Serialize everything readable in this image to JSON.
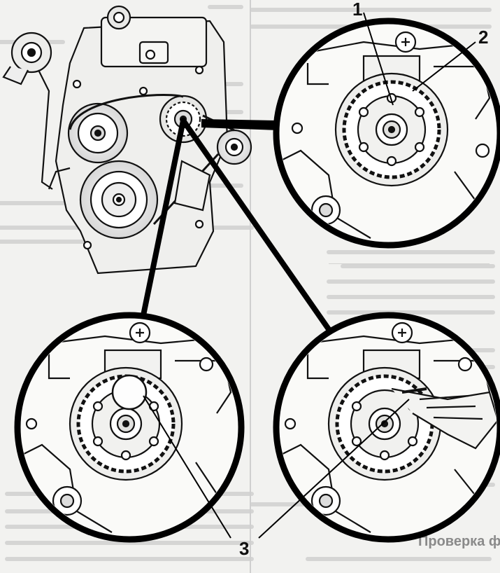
{
  "diagram": {
    "callouts": [
      "1",
      "2",
      "3"
    ]
  },
  "background_text": {
    "heading": "Проверка фаз"
  }
}
